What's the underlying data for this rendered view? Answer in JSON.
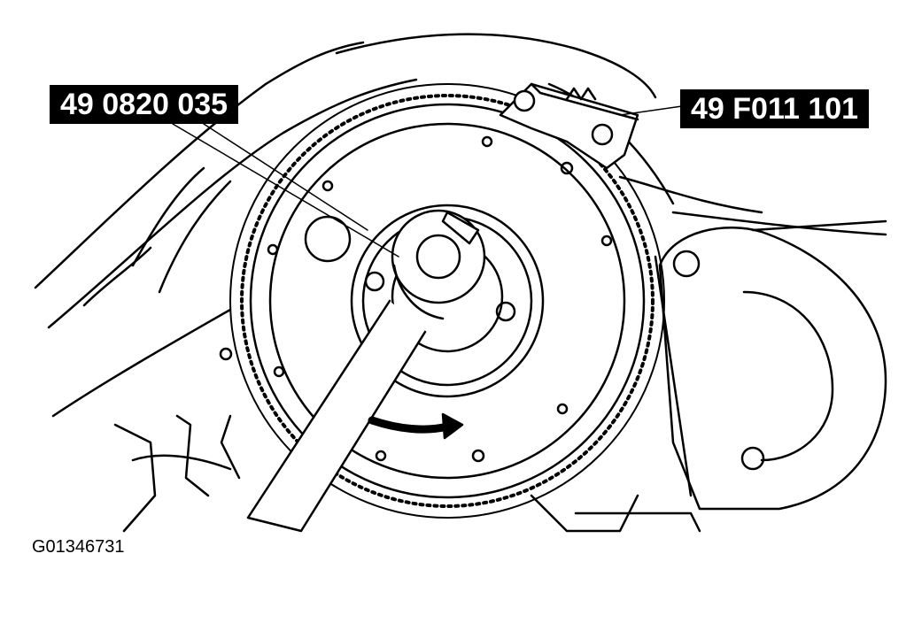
{
  "callouts": {
    "tool_left": "49 0820 035",
    "tool_right": "49 F011 101"
  },
  "figure_id": "G01346731"
}
